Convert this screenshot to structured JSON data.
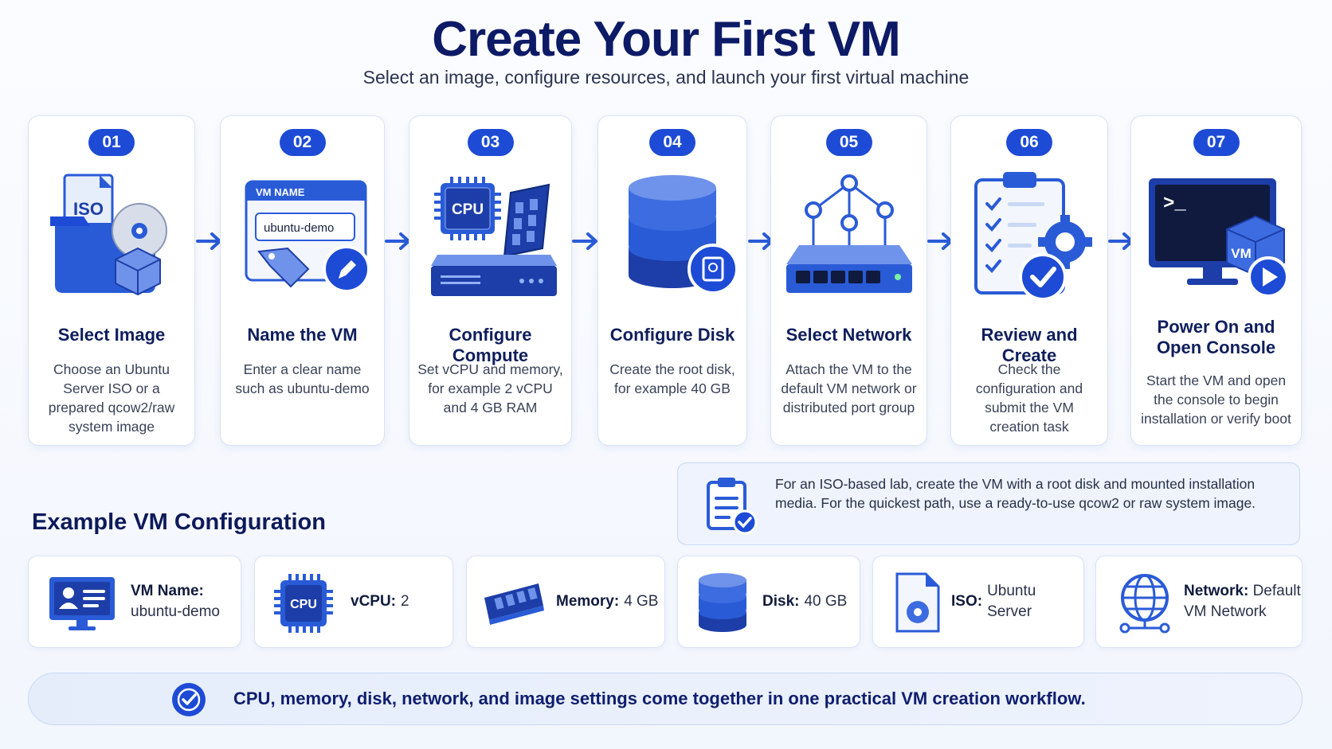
{
  "header": {
    "title": "Create Your First VM",
    "subtitle": "Select an image, configure resources, and launch your first virtual machine"
  },
  "steps": [
    {
      "num": "01",
      "title_line1": "Select Image",
      "title_line2": "",
      "desc": "Choose an Ubuntu Server ISO or a prepared qcow2/raw system image",
      "icon": "iso-image-icon",
      "icon_text": "ISO"
    },
    {
      "num": "02",
      "title_line1": "Name the VM",
      "title_line2": "",
      "desc": "Enter a clear name such as ubuntu-demo",
      "icon": "name-tag-icon",
      "icon_label": "VM NAME",
      "icon_value": "ubuntu-demo"
    },
    {
      "num": "03",
      "title_line1": "Configure Compute",
      "title_line2": "",
      "desc": "Set vCPU and memory, for example 2 vCPU and 4 GB RAM",
      "icon": "cpu-memory-icon",
      "icon_text": "CPU"
    },
    {
      "num": "04",
      "title_line1": "Configure Disk",
      "title_line2": "",
      "desc": "Create the root disk, for example 40 GB",
      "icon": "disk-database-icon"
    },
    {
      "num": "05",
      "title_line1": "Select Network",
      "title_line2": "",
      "desc": "Attach the VM to the default VM network or distributed port group",
      "icon": "network-switch-icon"
    },
    {
      "num": "06",
      "title_line1": "Review and Create",
      "title_line2": "",
      "desc": "Check the configuration and submit the VM creation task",
      "icon": "checklist-gear-icon"
    },
    {
      "num": "07",
      "title_line1": "Power On and",
      "title_line2": "Open Console",
      "desc": "Start the VM and open the console to begin installation or verify boot",
      "icon": "console-play-icon",
      "icon_text": "VM",
      "icon_prompt": ">_"
    }
  ],
  "example": {
    "title": "Example VM Configuration",
    "items": [
      {
        "label": "VM Name:",
        "value": "ubuntu-demo",
        "icon": "id-card-monitor-icon"
      },
      {
        "label": "vCPU:",
        "value": "2",
        "icon": "cpu-chip-icon",
        "icon_text": "CPU"
      },
      {
        "label": "Memory:",
        "value": "4 GB",
        "icon": "memory-stick-icon"
      },
      {
        "label": "Disk:",
        "value": "40 GB",
        "icon": "database-icon"
      },
      {
        "label": "ISO:",
        "value": "Ubuntu Server",
        "icon": "iso-file-icon"
      },
      {
        "label": "Network:",
        "value": "Default VM Network",
        "icon": "globe-network-icon"
      }
    ]
  },
  "note": {
    "text": "For an ISO-based lab, create the VM with a root disk and mounted installation media. For the quickest path, use a ready-to-use qcow2 or raw system image.",
    "icon": "clipboard-check-icon"
  },
  "footer": {
    "text": "CPU, memory, disk, network, and image settings come together in one practical VM creation workflow.",
    "icon": "check-circle-icon"
  },
  "colors": {
    "accent": "#1d4bd6",
    "title": "#0d1a66",
    "card_border": "#d9e3f5",
    "icon_blue": "#2a5bd7"
  }
}
